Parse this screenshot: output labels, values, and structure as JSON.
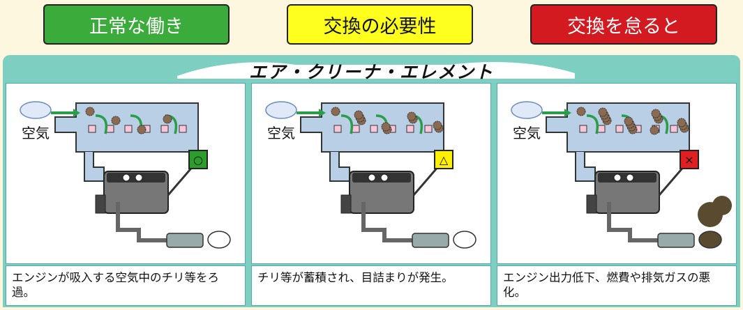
{
  "buttons": {
    "normal": "正常な働き",
    "need": "交換の必要性",
    "neglect": "交換を怠ると"
  },
  "title": "エア・クリーナ・エレメント",
  "panels": [
    {
      "air_label": "空気",
      "caption": "エンジンが吸入する空気中のチリ等をろ過。",
      "flag": "○",
      "flag_color": "#2a9d2a"
    },
    {
      "air_label": "空気",
      "caption": "チリ等が蓄積され、目詰まりが発生。",
      "flag": "△",
      "flag_color": "#ffef00"
    },
    {
      "air_label": "空気",
      "caption": "エンジン出力低下、燃費や排気ガスの悪化。",
      "flag": "×",
      "flag_color": "#e02020"
    }
  ],
  "colors": {
    "background": "#fdf7df",
    "panel": "#7dcfc1",
    "duct": "#b9cfe6",
    "arrow": "#2a9d4a"
  }
}
